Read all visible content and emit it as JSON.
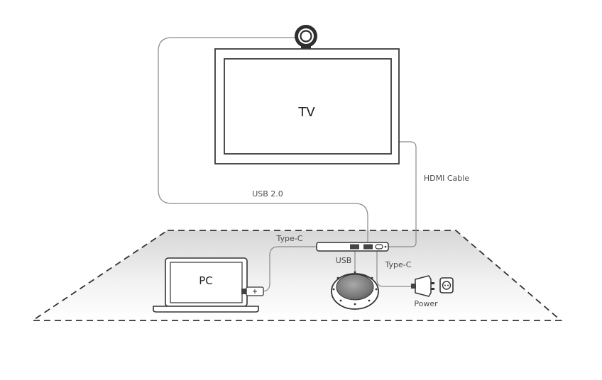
{
  "labels": {
    "tv": "TV",
    "pc": "PC",
    "usb20": "USB 2.0",
    "hdmi": "HDMI Cable",
    "typec_pc": "Type-C",
    "typec_power": "Type-C",
    "usb_speaker": "USB",
    "power": "Power"
  },
  "icons": {
    "camera": "camera-icon",
    "speakerphone": "speakerphone-icon",
    "power_adapter": "power-adapter-icon",
    "wall_outlet": "wall-outlet-icon",
    "usb_hub": "usb-hub-icon"
  }
}
